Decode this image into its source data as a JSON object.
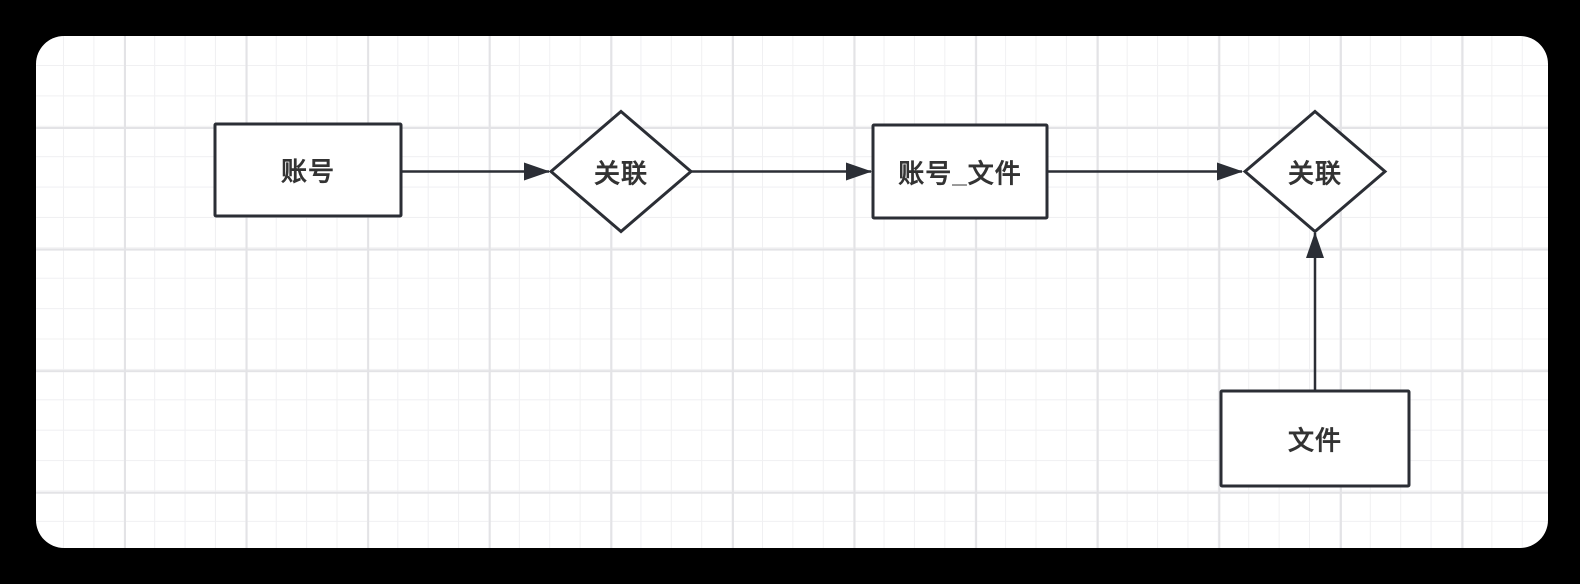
{
  "colors": {
    "page_background": "#000000",
    "canvas_background": "#ffffff",
    "grid_minor_line": "#f0f0f2",
    "grid_major_line": "#e3e3e6",
    "shape_fill": "#ffffff",
    "shape_stroke": "#2b2e35",
    "label_text": "#333333"
  },
  "diagram": {
    "nodes": [
      {
        "id": "account",
        "shape": "rectangle",
        "label": "账号"
      },
      {
        "id": "relation-1",
        "shape": "diamond",
        "label": "关联"
      },
      {
        "id": "account-file",
        "shape": "rectangle",
        "label": "账号_文件"
      },
      {
        "id": "relation-2",
        "shape": "diamond",
        "label": "关联"
      },
      {
        "id": "file",
        "shape": "rectangle",
        "label": "文件"
      }
    ],
    "edges": [
      {
        "id": "edge-1",
        "from": "account",
        "to": "relation-1",
        "direction": "right"
      },
      {
        "id": "edge-2",
        "from": "relation-1",
        "to": "account-file",
        "direction": "right"
      },
      {
        "id": "edge-3",
        "from": "account-file",
        "to": "relation-2",
        "direction": "right"
      },
      {
        "id": "edge-4",
        "from": "file",
        "to": "relation-2",
        "direction": "up"
      }
    ]
  }
}
